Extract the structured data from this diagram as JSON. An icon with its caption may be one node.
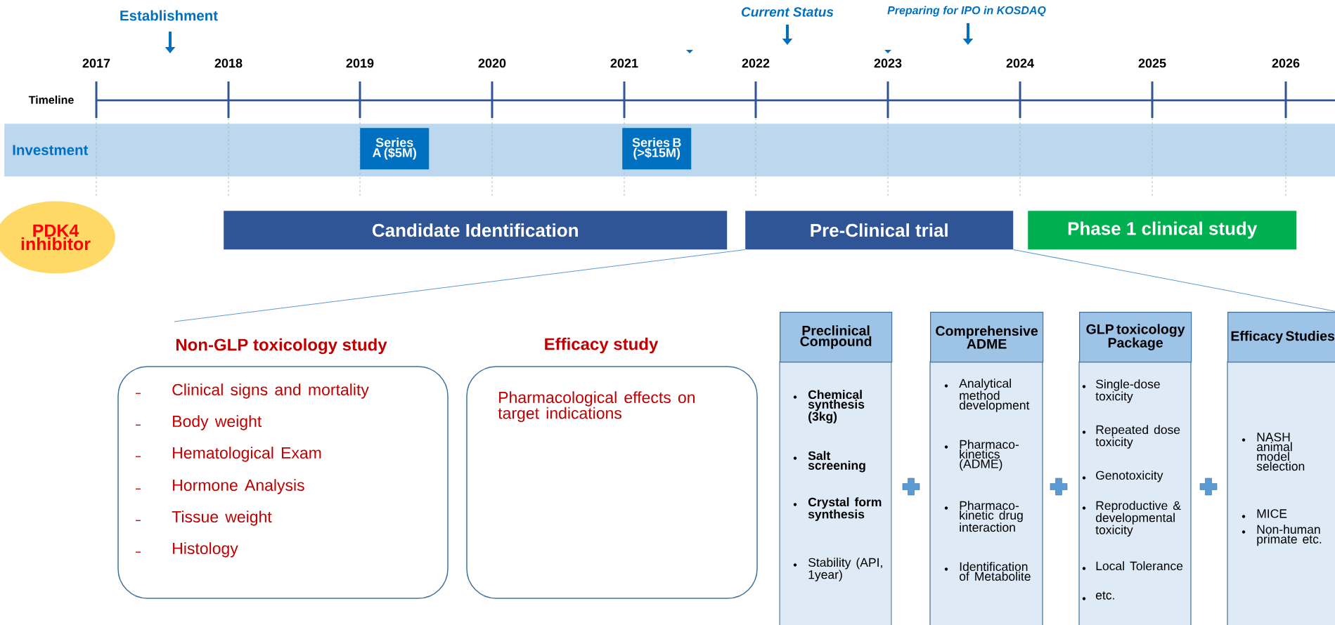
{
  "diagram": {
    "nodes": [
      {
        "text": [
          "Investment"
        ]
      },
      {
        "text": [
          "Series A ($5M)"
        ],
        "in": 0
      },
      {
        "text": [
          "Series B (>$15M)"
        ],
        "in": 0
      },
      {
        "text": [
          "PDK4 inhibitor"
        ]
      },
      {
        "text": [
          "Candidate Identification"
        ]
      },
      {
        "text": [
          "Pre-Clinical trial"
        ]
      },
      {
        "text": [
          "Phase 1 clinical study"
        ]
      },
      {
        "text": [
          "Non-GLP toxicology study",
          "Clinical signs and mortality",
          "Body weight",
          "Hematological Exam",
          "Hormone Analysis",
          "Tissue weight",
          "Histology"
        ]
      },
      {
        "text": [
          "Efficacy study",
          "Pharmacological effects on target indications"
        ]
      },
      {
        "text": [
          "Preclinical Compound",
          "Chemical synthesis (3kg)",
          "Salt screening",
          "Crystal form synthesis",
          "Stability (API, 1year)"
        ]
      },
      {
        "text": [
          "Comprehensive ADME",
          "Analytical method development",
          "Pharmaco-kinetics (ADME)",
          "Pharmaco-kinetic drug interaction",
          "Identification of Metabolite"
        ]
      },
      {
        "text": [
          "GLP toxicology Package",
          "Single-dose toxicity",
          "Repeated dose toxicity",
          "Genotoxicity",
          "Reproductive & developmental toxicity",
          "Local Tolerance",
          "etc."
        ]
      },
      {
        "text": [
          "Efficacy Studies",
          "NASH animal model selection",
          "MICE",
          "Non-human primate etc."
        ]
      }
    ],
    "edges": [
      {
        "from": 5,
        "to": null,
        "arrow": "none"
      },
      {
        "from": 5,
        "to": 12,
        "arrow": "none"
      }
    ],
    "labels": [
      "Establishment",
      "Current Status",
      "Preparing for IPO in KOSDAQ",
      "2017",
      "2018",
      "2019",
      "2020",
      "2021",
      "2022",
      "2023",
      "2024",
      "2025",
      "2026",
      "Timeline"
    ]
  }
}
